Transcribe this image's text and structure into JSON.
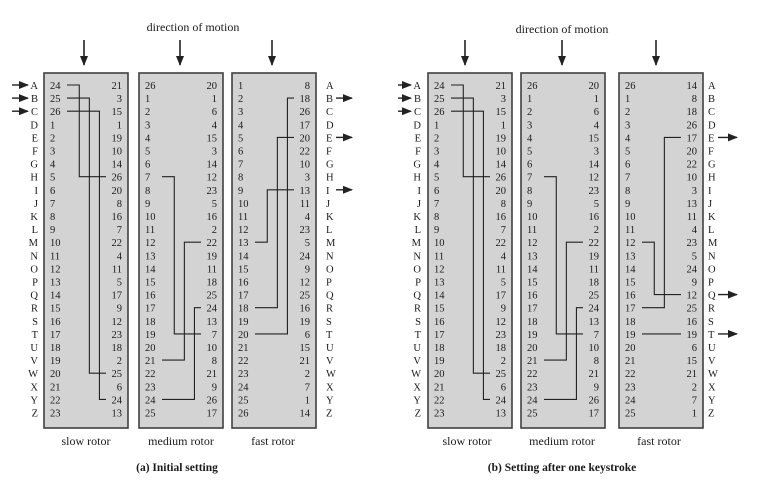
{
  "alphabet": [
    "A",
    "B",
    "C",
    "D",
    "E",
    "F",
    "G",
    "H",
    "I",
    "J",
    "K",
    "L",
    "M",
    "N",
    "O",
    "P",
    "Q",
    "R",
    "S",
    "T",
    "U",
    "V",
    "W",
    "X",
    "Y",
    "Z"
  ],
  "colors": {
    "rotor_fill": "#d3d3d3",
    "rotor_stroke": "#404040",
    "wire": "#222222",
    "text": "#1a1a1a"
  },
  "direction_label": "direction of motion",
  "rotor_labels": [
    "slow rotor",
    "medium rotor",
    "fast rotor"
  ],
  "panels": [
    {
      "caption": "(a) Initial setting",
      "input_letters": [
        "A",
        "B",
        "C"
      ],
      "output_letters": [
        "B",
        "E",
        "I"
      ],
      "rotors": [
        {
          "left": [
            24,
            25,
            26,
            1,
            2,
            3,
            4,
            5,
            6,
            7,
            8,
            9,
            10,
            11,
            12,
            13,
            14,
            15,
            16,
            17,
            18,
            19,
            20,
            21,
            22,
            23
          ],
          "right": [
            21,
            3,
            15,
            1,
            19,
            10,
            14,
            26,
            20,
            8,
            16,
            7,
            22,
            4,
            11,
            5,
            17,
            9,
            12,
            23,
            18,
            2,
            25,
            6,
            24,
            13
          ],
          "wires": [
            [
              0,
              7
            ],
            [
              1,
              22
            ],
            [
              2,
              24
            ]
          ]
        },
        {
          "left": [
            26,
            1,
            2,
            3,
            4,
            5,
            6,
            7,
            8,
            9,
            10,
            11,
            12,
            13,
            14,
            15,
            16,
            17,
            18,
            19,
            20,
            21,
            22,
            23,
            24,
            25
          ],
          "right": [
            20,
            1,
            6,
            4,
            15,
            3,
            14,
            12,
            23,
            5,
            16,
            2,
            22,
            19,
            11,
            18,
            25,
            24,
            13,
            7,
            10,
            8,
            21,
            9,
            26,
            17
          ],
          "wires": [
            [
              7,
              19
            ],
            [
              21,
              12
            ],
            [
              24,
              17
            ]
          ]
        },
        {
          "left": [
            1,
            2,
            3,
            4,
            5,
            6,
            7,
            8,
            9,
            10,
            11,
            12,
            13,
            14,
            15,
            16,
            17,
            18,
            19,
            20,
            21,
            22,
            23,
            24,
            25,
            26
          ],
          "right": [
            8,
            18,
            26,
            17,
            20,
            22,
            10,
            3,
            13,
            11,
            4,
            23,
            5,
            24,
            9,
            12,
            25,
            16,
            19,
            6,
            15,
            21,
            2,
            7,
            1,
            14
          ],
          "wires": [
            [
              12,
              8
            ],
            [
              17,
              4
            ],
            [
              19,
              1
            ]
          ]
        }
      ]
    },
    {
      "caption": "(b) Setting after one keystroke",
      "input_letters": [
        "A",
        "B",
        "C"
      ],
      "output_letters": [
        "E",
        "Q",
        "T"
      ],
      "rotors": [
        {
          "left": [
            24,
            25,
            26,
            1,
            2,
            3,
            4,
            5,
            6,
            7,
            8,
            9,
            10,
            11,
            12,
            13,
            14,
            15,
            16,
            17,
            18,
            19,
            20,
            21,
            22,
            23
          ],
          "right": [
            21,
            3,
            15,
            1,
            19,
            10,
            14,
            26,
            20,
            8,
            16,
            7,
            22,
            4,
            11,
            5,
            17,
            9,
            12,
            23,
            18,
            2,
            25,
            6,
            24,
            13
          ],
          "wires": [
            [
              0,
              7
            ],
            [
              1,
              22
            ],
            [
              2,
              24
            ]
          ]
        },
        {
          "left": [
            26,
            1,
            2,
            3,
            4,
            5,
            6,
            7,
            8,
            9,
            10,
            11,
            12,
            13,
            14,
            15,
            16,
            17,
            18,
            19,
            20,
            21,
            22,
            23,
            24,
            25
          ],
          "right": [
            20,
            1,
            6,
            4,
            15,
            3,
            14,
            12,
            23,
            5,
            16,
            2,
            22,
            19,
            11,
            18,
            25,
            24,
            13,
            7,
            10,
            8,
            21,
            9,
            26,
            17
          ],
          "wires": [
            [
              7,
              19
            ],
            [
              21,
              12
            ],
            [
              24,
              17
            ]
          ]
        },
        {
          "left": [
            26,
            1,
            2,
            3,
            4,
            5,
            6,
            7,
            8,
            9,
            10,
            11,
            12,
            13,
            14,
            15,
            16,
            17,
            18,
            19,
            20,
            21,
            22,
            23,
            24,
            25
          ],
          "right": [
            14,
            8,
            18,
            26,
            17,
            20,
            22,
            10,
            3,
            13,
            11,
            4,
            23,
            5,
            24,
            9,
            12,
            25,
            16,
            19,
            6,
            15,
            21,
            2,
            7,
            1
          ],
          "wires": [
            [
              12,
              16
            ],
            [
              17,
              4
            ],
            [
              19,
              19
            ]
          ]
        }
      ]
    }
  ]
}
